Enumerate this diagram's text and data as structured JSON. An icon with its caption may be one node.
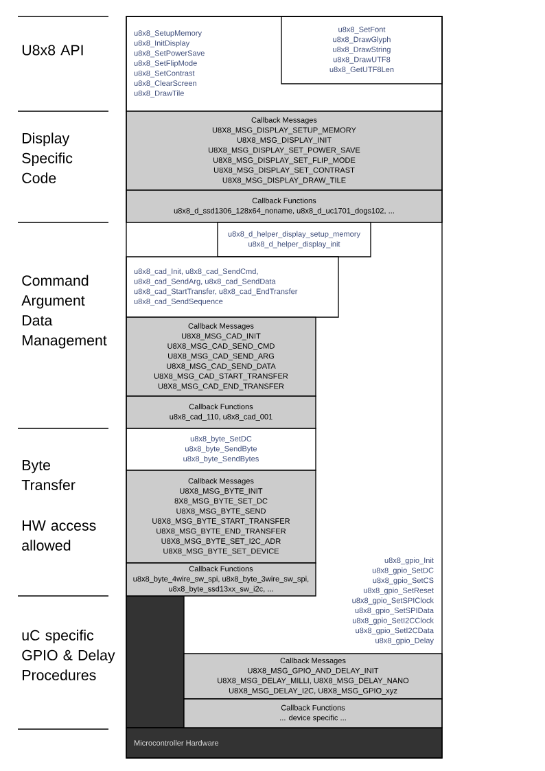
{
  "diagram": {
    "nodes": [
      {
        "text": [
          "u8x8_SetupMemory",
          "u8x8_InitDisplay",
          "u8x8_SetPowerSave",
          "u8x8_SetFlipMode",
          "u8x8_SetContrast",
          "u8x8_ClearScreen",
          "u8x8_DrawTile"
        ]
      },
      {
        "text": [
          "u8x8_SetFont",
          "u8x8_DrawGlyph",
          "u8x8_DrawString",
          "u8x8_DrawUTF8",
          "u8x8_GetUTF8Len"
        ],
        "in": 0
      },
      {
        "text": [
          "Callback Messages",
          "U8X8_MSG_DISPLAY_SETUP_MEMORY",
          "U8X8_MSG_DISPLAY_INIT",
          "U8X8_MSG_DISPLAY_SET_POWER_SAVE",
          "U8X8_MSG_DISPLAY_SET_FLIP_MODE",
          "U8X8_MSG_DISPLAY_SET_CONTRAST",
          "U8X8_MSG_DISPLAY_DRAW_TILE"
        ]
      },
      {
        "text": [
          "Callback Functions",
          "u8x8_d_ssd1306_128x64_noname, u8x8_d_uc1701_dogs102, ..."
        ]
      },
      {
        "text": [
          "u8x8_gpio_Init",
          "u8x8_gpio_SetDC",
          "u8x8_gpio_SetCS",
          "u8x8_gpio_SetReset",
          "u8x8_gpio_SetSPIClock",
          "u8x8_gpio_SetSPIData",
          "u8x8_gpio_SetI2CClock",
          "u8x8_gpio_SetI2CData",
          "u8x8_gpio_Delay"
        ]
      },
      {
        "text": [
          "u8x8_d_helper_display_setup_memory",
          "u8x8_d_helper_display_init"
        ]
      },
      {
        "text": [
          "u8x8_cad_Init, u8x8_cad_SendCmd,",
          "u8x8_cad_SendArg, u8x8_cad_SendData",
          "u8x8_cad_StartTransfer, u8x8_cad_EndTransfer",
          "u8x8_cad_SendSequence"
        ]
      },
      {
        "text": [
          "Callback Messages",
          "U8X8_MSG_CAD_INIT",
          "U8X8_MSG_CAD_SEND_CMD",
          "U8X8_MSG_CAD_SEND_ARG",
          "U8X8_MSG_CAD_SEND_DATA",
          "U8X8_MSG_CAD_START_TRANSFER",
          "U8X8_MSG_CAD_END_TRANSFER"
        ]
      },
      {
        "text": [
          "Callback Functions",
          "u8x8_cad_110, u8x8_cad_001"
        ]
      },
      {
        "text": [
          "u8x8_byte_SetDC",
          "u8x8_byte_SendByte",
          "u8x8_byte_SendBytes"
        ]
      },
      {
        "text": [
          "Callback Messages",
          "U8X8_MSG_BYTE_INIT",
          "8X8_MSG_BYTE_SET_DC",
          "U8X8_MSG_BYTE_SEND",
          "U8X8_MSG_BYTE_START_TRANSFER",
          "U8X8_MSG_BYTE_END_TRANSFER",
          "U8X8_MSG_BYTE_SET_I2C_ADR",
          "U8X8_MSG_BYTE_SET_DEVICE"
        ]
      },
      {
        "text": [
          "Callback Functions",
          "u8x8_byte_4wire_sw_spi, u8x8_byte_3wire_sw_spi, u8x8_byte_ssd13xx_sw_i2c, ..."
        ]
      },
      {
        "text": [
          "Microcontroller Hardware"
        ]
      },
      {
        "text": [
          "Callback Messages",
          "U8X8_MSG_GPIO_AND_DELAY_INIT",
          "U8X8_MSG_DELAY_MILLI, U8X8_MSG_DELAY_NANO",
          "U8X8_MSG_DELAY_I2C, U8X8_MSG_GPIO_xyz"
        ],
        "in": 12
      },
      {
        "text": [
          "Callback Functions",
          "... device specific ..."
        ],
        "in": 12
      }
    ],
    "labels": [
      "U8x8 API",
      "Display Specific Code",
      "Command Argument Data Management",
      "Byte Transfer",
      "HW access allowed",
      "uC specific GPIO & Delay Procedures"
    ]
  }
}
